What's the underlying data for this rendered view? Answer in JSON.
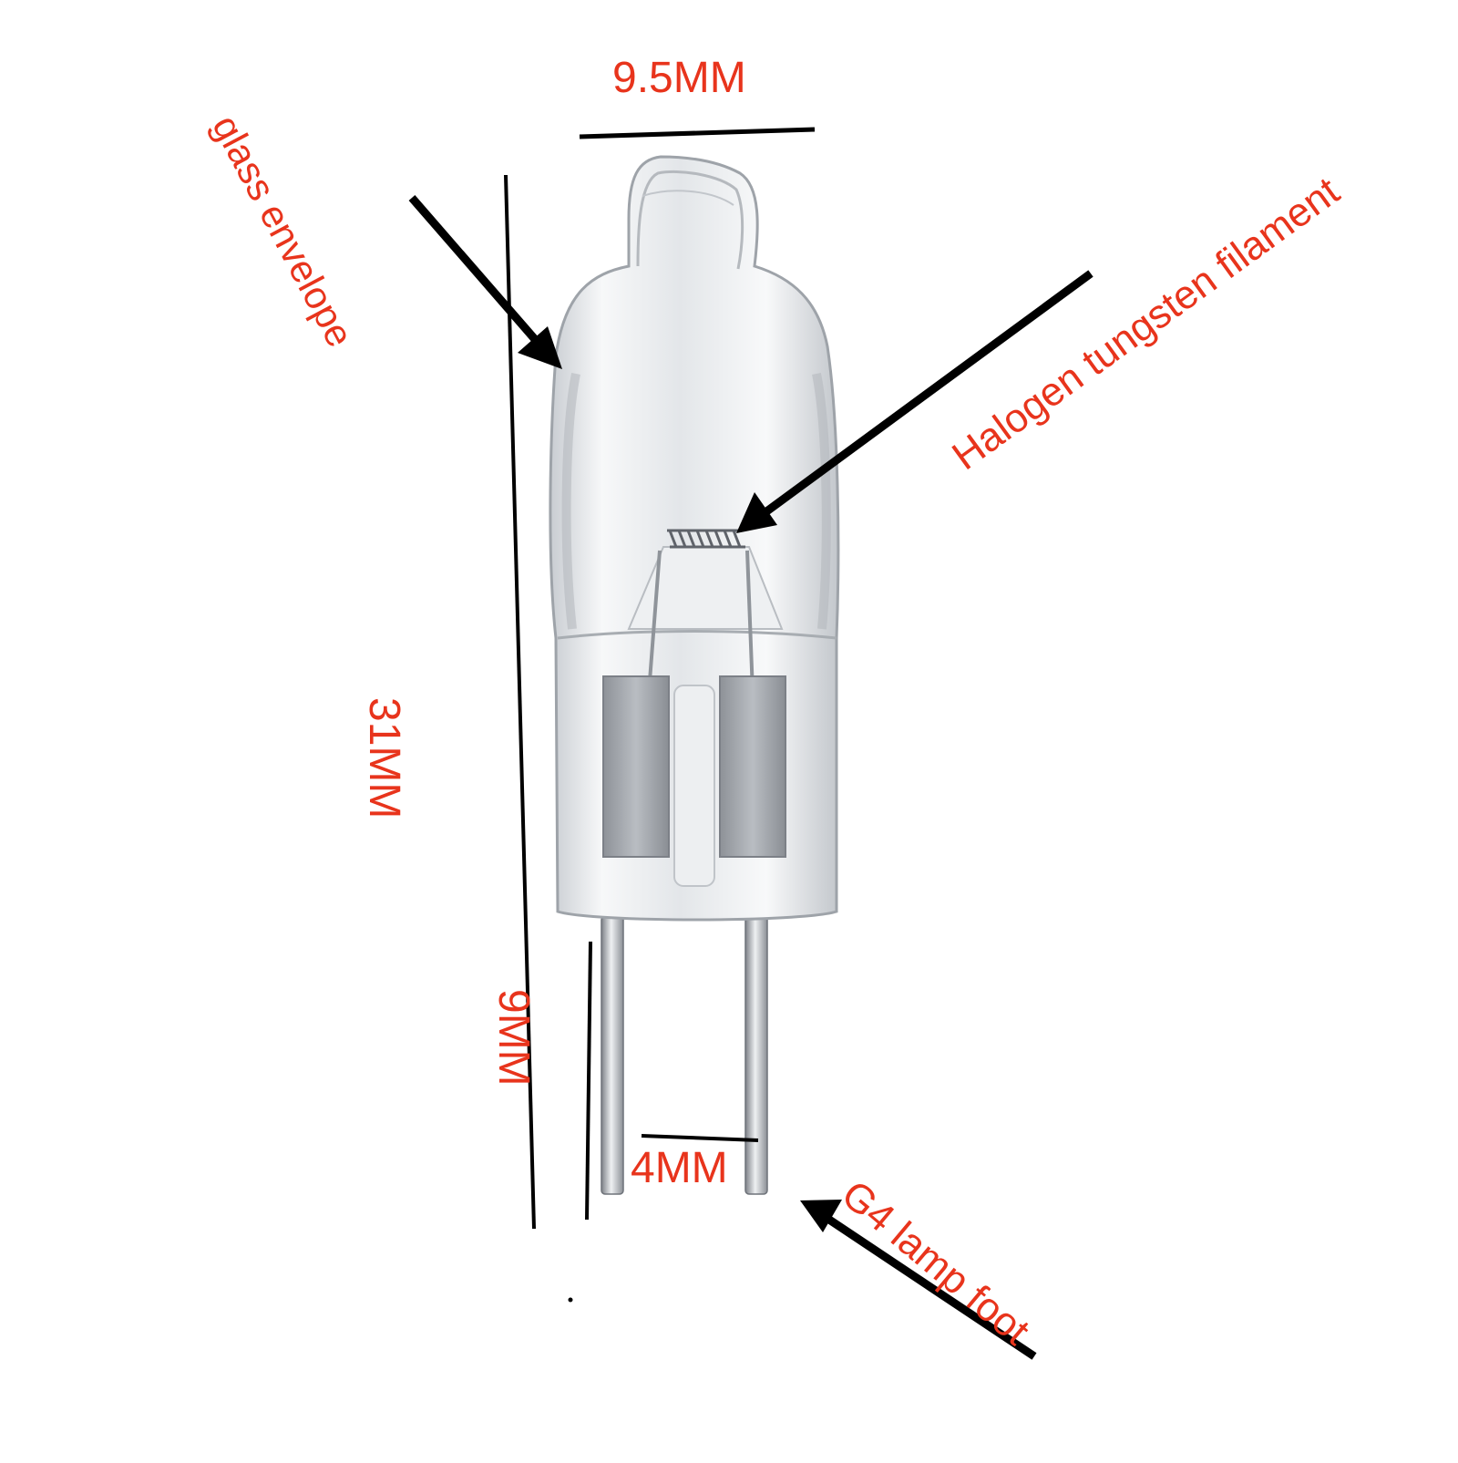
{
  "colors": {
    "label": "#e8341c",
    "line": "#000000",
    "glass": "#e4e7ea",
    "metal": "#9a9ea4"
  },
  "dimensions": {
    "width": "9.5MM",
    "height": "31MM",
    "pin_length": "9MM",
    "pin_spacing": "4MM"
  },
  "callouts": {
    "glass_envelope": "glass envelope",
    "filament": "Halogen tungsten filament",
    "lamp_foot": "G4 lamp foot"
  }
}
